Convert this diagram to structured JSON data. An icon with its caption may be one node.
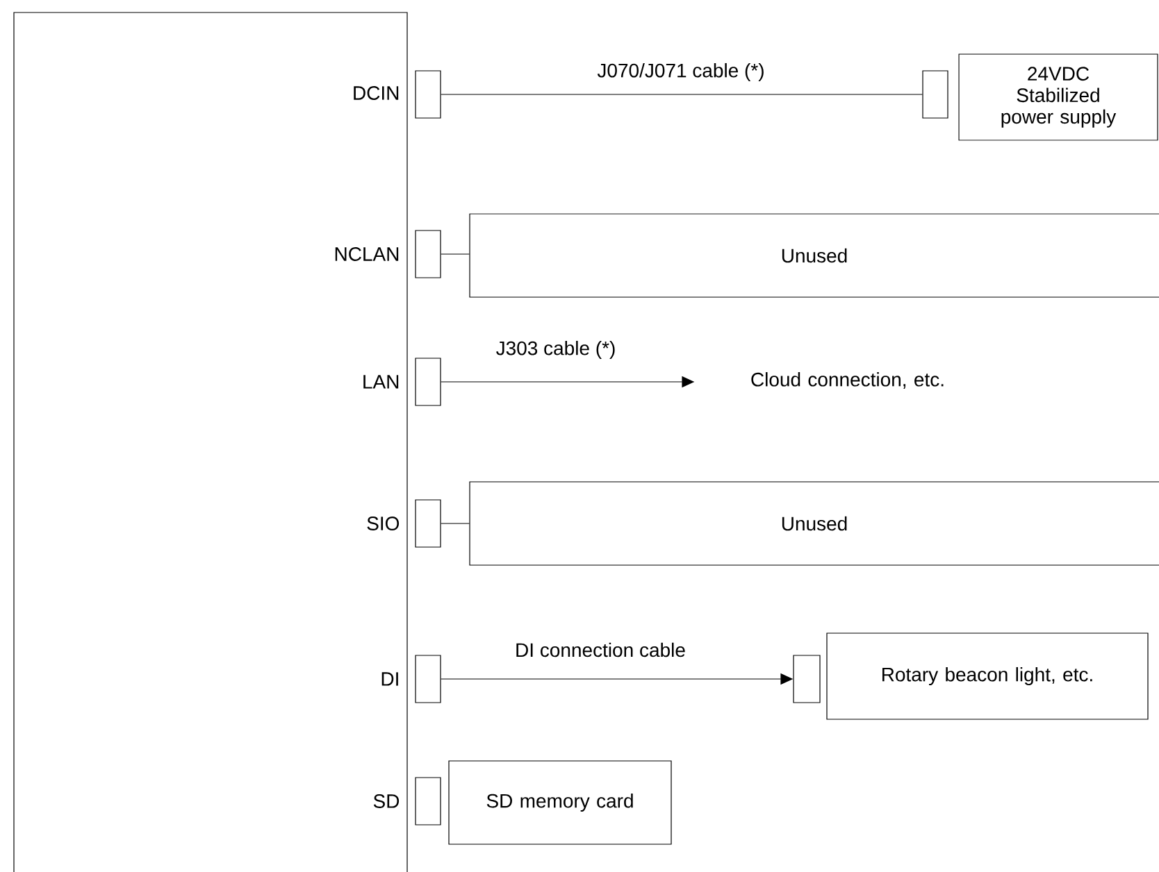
{
  "diagram": {
    "nodes": [
      {
        "text": [
          "DCIN",
          "NCLAN",
          "LAN",
          "SIO",
          "DI",
          "SD"
        ]
      },
      {
        "text": [],
        "shape": "box"
      },
      {
        "text": [],
        "shape": "box"
      },
      {
        "text": [
          "24VDC Stabilized power supply"
        ]
      },
      {
        "text": [],
        "shape": "box"
      },
      {
        "text": [
          "Unused"
        ]
      },
      {
        "text": [],
        "shape": "box"
      },
      {
        "text": [
          "Cloud connection, etc."
        ]
      },
      {
        "text": [],
        "shape": "box"
      },
      {
        "text": [
          "Unused"
        ]
      },
      {
        "text": [],
        "shape": "box"
      },
      {
        "text": [],
        "shape": "box"
      },
      {
        "text": [
          "Rotary beacon light, etc."
        ]
      },
      {
        "text": [],
        "shape": "box"
      },
      {
        "text": [
          "SD memory card"
        ]
      }
    ],
    "edges": [
      {
        "from": 1,
        "to": 2,
        "arrow": "none",
        "label": "J070/J071 cable (*)"
      },
      {
        "from": 4,
        "to": 5,
        "arrow": "none"
      },
      {
        "from": 6,
        "to": 7,
        "arrow": "to",
        "label": "J303 cable (*)"
      },
      {
        "from": 8,
        "to": 9,
        "arrow": "none"
      },
      {
        "from": 10,
        "to": 11,
        "arrow": "to",
        "label": "DI connection cable"
      }
    ]
  }
}
